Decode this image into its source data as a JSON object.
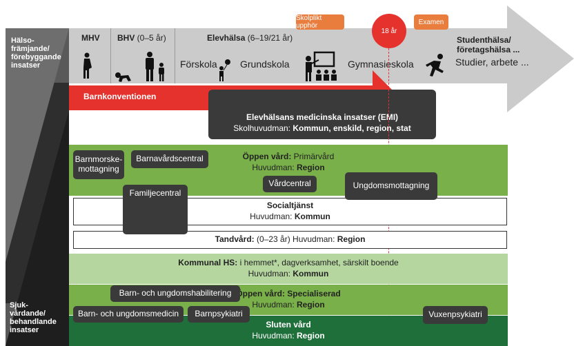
{
  "left": {
    "top": "Hälso-\nfrämjande/\nförebyggande\ninsatser",
    "bottom": "Sjuk-\nvårdande/\nbehandlande\ninsatser"
  },
  "timeline": {
    "mhv": "MHV",
    "bhv_abbr": "BHV",
    "bhv_age": " (0–5 år)",
    "elevhalsa": "Elevhälsa",
    "elevhalsa_age": " (6–19/21 år)",
    "forskola": "Förskola",
    "grundskola": "Grundskola",
    "gymnasieskola": "Gymnasieskola",
    "studenthalsa": "Studenthälsa/\nföretagshälsa ...",
    "studier": "Studier, arbete ..."
  },
  "markers": {
    "skolplikt": "Skolplikt upphör",
    "age18": "18 år",
    "examen": "Examen"
  },
  "barnkonventionen": "Barnkonventionen",
  "emi": {
    "title": "Elevhälsans medicinska insatser (EMI)",
    "prefix": "Skolhuvudman: ",
    "value": "Kommun, enskild, region, stat"
  },
  "primarvard": {
    "title_bold": "Öppen vård:",
    "title_rest": " Primärvård",
    "prefix": "Huvudman: ",
    "value": "Region"
  },
  "boxes": {
    "barnmorske": "Barnmorske-\nmottagning",
    "barnavard": "Barnavårdscentral",
    "vardcentral": "Vårdcentral",
    "ungdoms": "Ungdomsmottagning",
    "familjecentral": "Familjecentral",
    "habilitering": "Barn- och ungdomshabilitering",
    "medicin": "Barn- och ungdomsmedicin",
    "barnpsyk": "Barnpsykiatri",
    "vuxenpsyk": "Vuxenpsykiatri"
  },
  "socialtjanst": {
    "title": "Socialtjänst",
    "prefix": "Huvudman: ",
    "value": "Kommun"
  },
  "tandvard": {
    "title": "Tandvård:",
    "age": " (0–23 år) Huvudman: ",
    "value": "Region"
  },
  "kommunal": {
    "title_bold": "Kommunal HS:",
    "title_rest": " i hemmet*, dagverksamhet, särskilt boende",
    "prefix": "Huvudman: ",
    "value": "Kommun"
  },
  "specialiserad": {
    "title": "Öppen vård: Specialiserad",
    "prefix": "Huvudman: ",
    "value": "Region"
  },
  "sluten": {
    "title": "Sluten vård",
    "prefix": "Huvudman: ",
    "value": "Region"
  },
  "colors": {
    "arrow_grey": "#c9c9c9",
    "red": "#e5322d",
    "orange": "#e87d3e",
    "dark": "#3a3a3a",
    "green_mid": "#79b04a",
    "green_light": "#b6d6a0",
    "green_dark": "#1f6f3a"
  }
}
